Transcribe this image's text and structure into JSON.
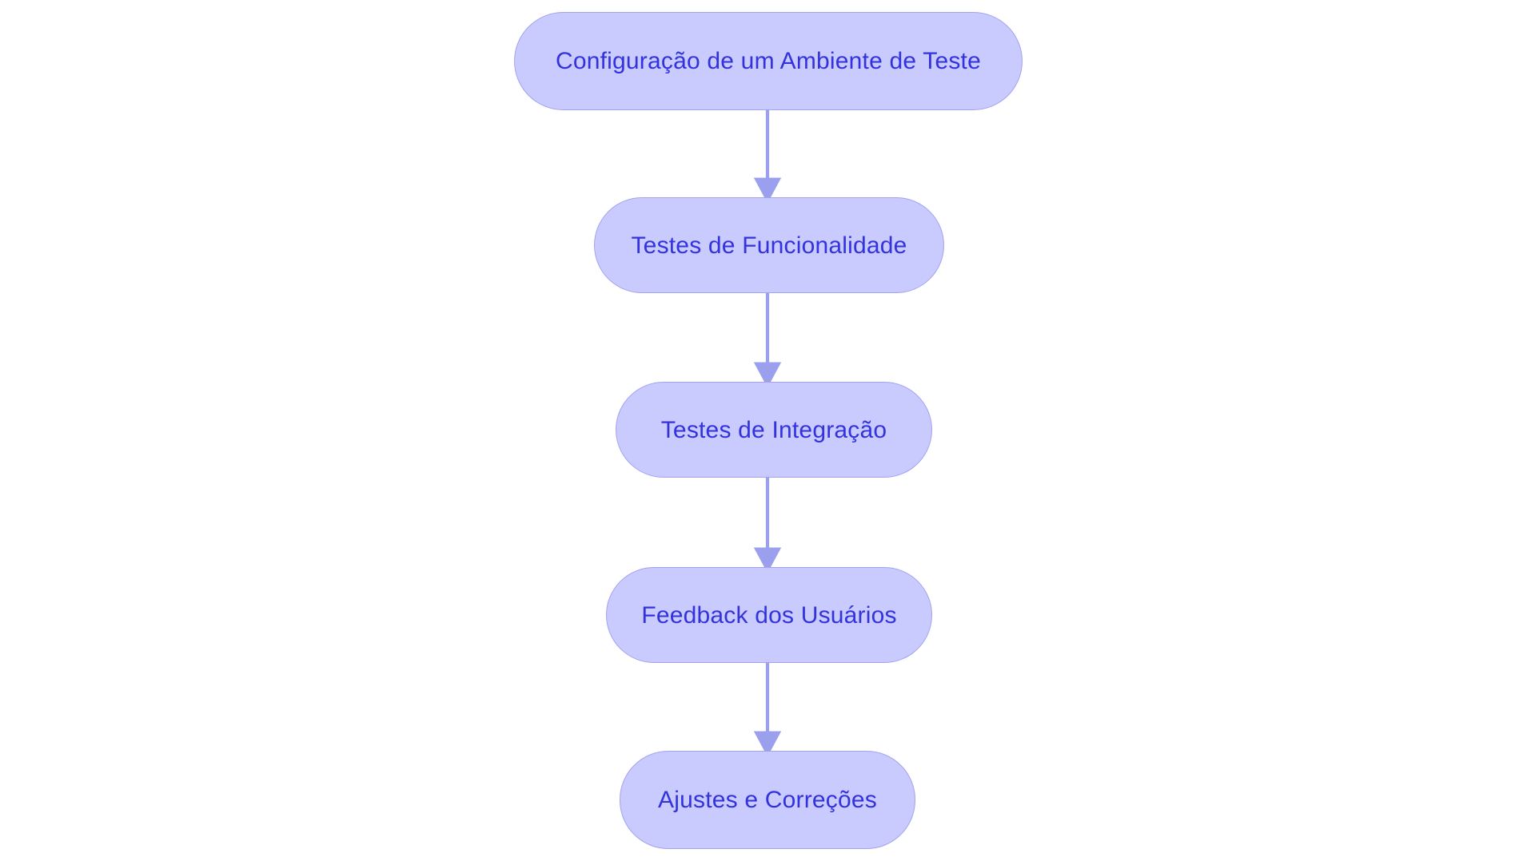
{
  "diagram": {
    "type": "flowchart",
    "orientation": "top-to-bottom",
    "language": "pt-BR",
    "background_color": "#ffffff",
    "node_fill_color": "#c9cafd",
    "node_border_color": "#a2a3f0",
    "node_text_color": "#3333dd",
    "edge_color": "#9ba0ee",
    "nodes": [
      {
        "id": "n0",
        "label": "Configuração de um Ambiente de Teste"
      },
      {
        "id": "n1",
        "label": "Testes de Funcionalidade"
      },
      {
        "id": "n2",
        "label": "Testes de Integração"
      },
      {
        "id": "n3",
        "label": "Feedback dos Usuários"
      },
      {
        "id": "n4",
        "label": "Ajustes e Correções"
      }
    ],
    "edges": [
      {
        "from": "n0",
        "to": "n1",
        "label": ""
      },
      {
        "from": "n1",
        "to": "n2",
        "label": ""
      },
      {
        "from": "n2",
        "to": "n3",
        "label": ""
      },
      {
        "from": "n3",
        "to": "n4",
        "label": ""
      }
    ]
  }
}
